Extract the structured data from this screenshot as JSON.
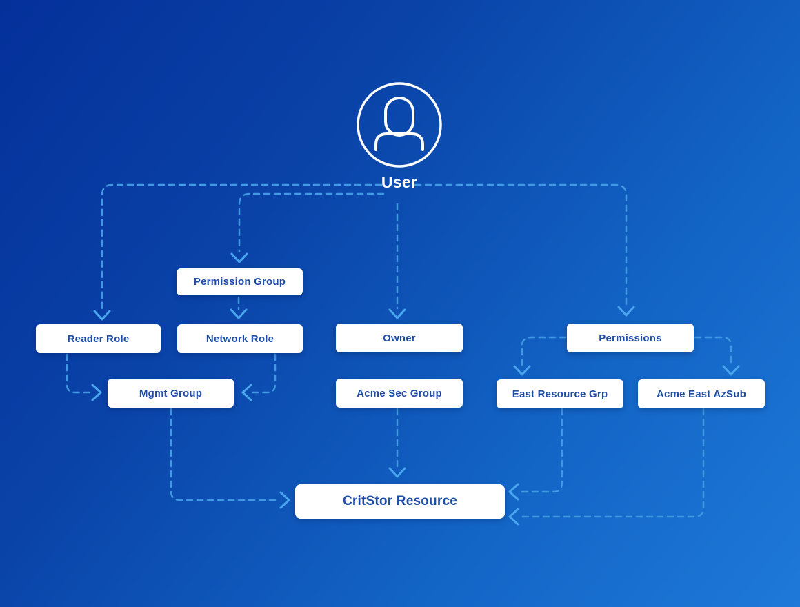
{
  "diagram": {
    "description": "Access/permission hierarchy diagram from User down to CritStor Resource",
    "colors": {
      "background_top_left": "#04309a",
      "background_bottom_right": "#1e79d8",
      "edge_line": "#3f9ae2",
      "arrowhead": "#49a6ee",
      "node_background": "#ffffff",
      "node_text": "#1e4da8",
      "user_icon": "#ffffff"
    },
    "nodes": {
      "user": {
        "label": "User"
      },
      "permission_group": {
        "label": "Permission Group"
      },
      "reader_role": {
        "label": "Reader Role"
      },
      "network_role": {
        "label": "Network Role"
      },
      "owner": {
        "label": "Owner"
      },
      "permissions": {
        "label": "Permissions"
      },
      "mgmt_group": {
        "label": "Mgmt Group"
      },
      "acme_sec_group": {
        "label": "Acme Sec Group"
      },
      "east_resource_grp": {
        "label": "East Resource Grp"
      },
      "acme_east_azsub": {
        "label": "Acme East AzSub"
      },
      "critstor_resource": {
        "label": "CritStor Resource"
      }
    },
    "edges": [
      {
        "from": "user",
        "to": "reader_role"
      },
      {
        "from": "user",
        "to": "permission_group"
      },
      {
        "from": "permission_group",
        "to": "network_role"
      },
      {
        "from": "user",
        "to": "owner"
      },
      {
        "from": "user",
        "to": "permissions"
      },
      {
        "from": "reader_role",
        "to": "mgmt_group"
      },
      {
        "from": "network_role",
        "to": "mgmt_group"
      },
      {
        "from": "owner",
        "to": "acme_sec_group"
      },
      {
        "from": "permissions",
        "to": "east_resource_grp"
      },
      {
        "from": "permissions",
        "to": "acme_east_azsub"
      },
      {
        "from": "mgmt_group",
        "to": "critstor_resource"
      },
      {
        "from": "acme_sec_group",
        "to": "critstor_resource"
      },
      {
        "from": "east_resource_grp",
        "to": "critstor_resource"
      },
      {
        "from": "acme_east_azsub",
        "to": "critstor_resource"
      }
    ]
  }
}
